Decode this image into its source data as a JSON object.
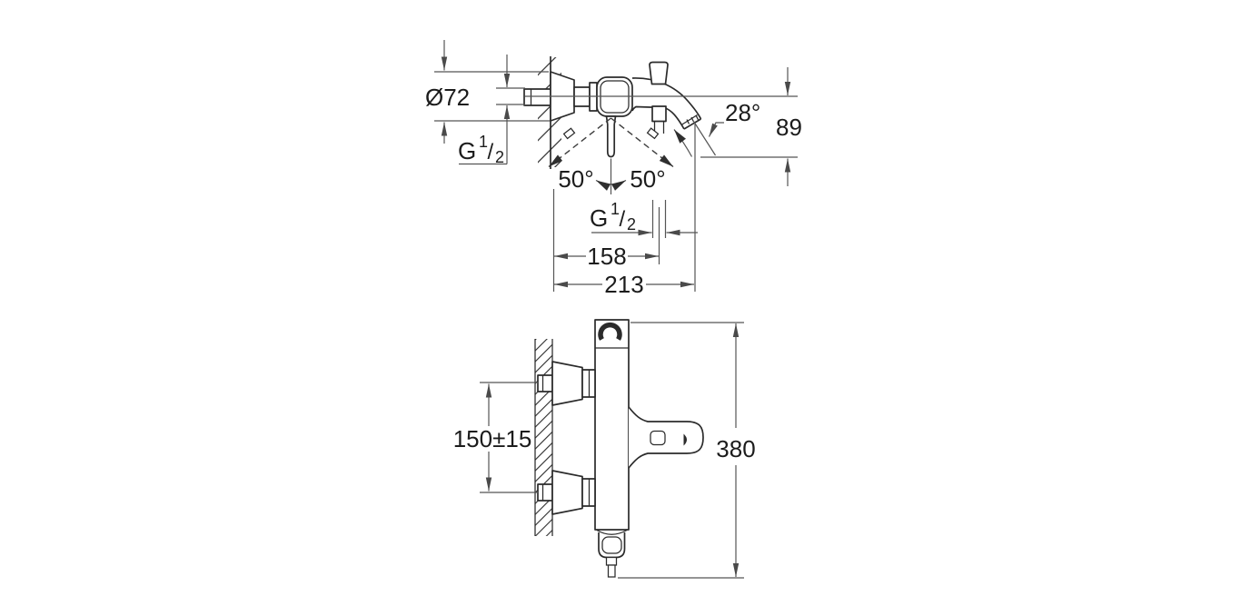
{
  "colors": {
    "background": "#ffffff",
    "outline": "#2b2b2b",
    "dimension_lines": "#555555",
    "text": "#1c1c1c"
  },
  "labels": {
    "diameter": "Ø72",
    "thread_inlet": {
      "base": "G",
      "sup": "1",
      "slash": "/",
      "sub": "2"
    },
    "spout_angle": "28°",
    "spout_drop": "89",
    "swing_left": "50°",
    "swing_right": "50°",
    "thread_shower": {
      "base": "G",
      "sup": "1",
      "slash": "/",
      "sub": "2"
    },
    "wall_to_shower": "158",
    "wall_to_spout": "213",
    "inlet_spacing": "150±15",
    "overall_height": "380"
  }
}
